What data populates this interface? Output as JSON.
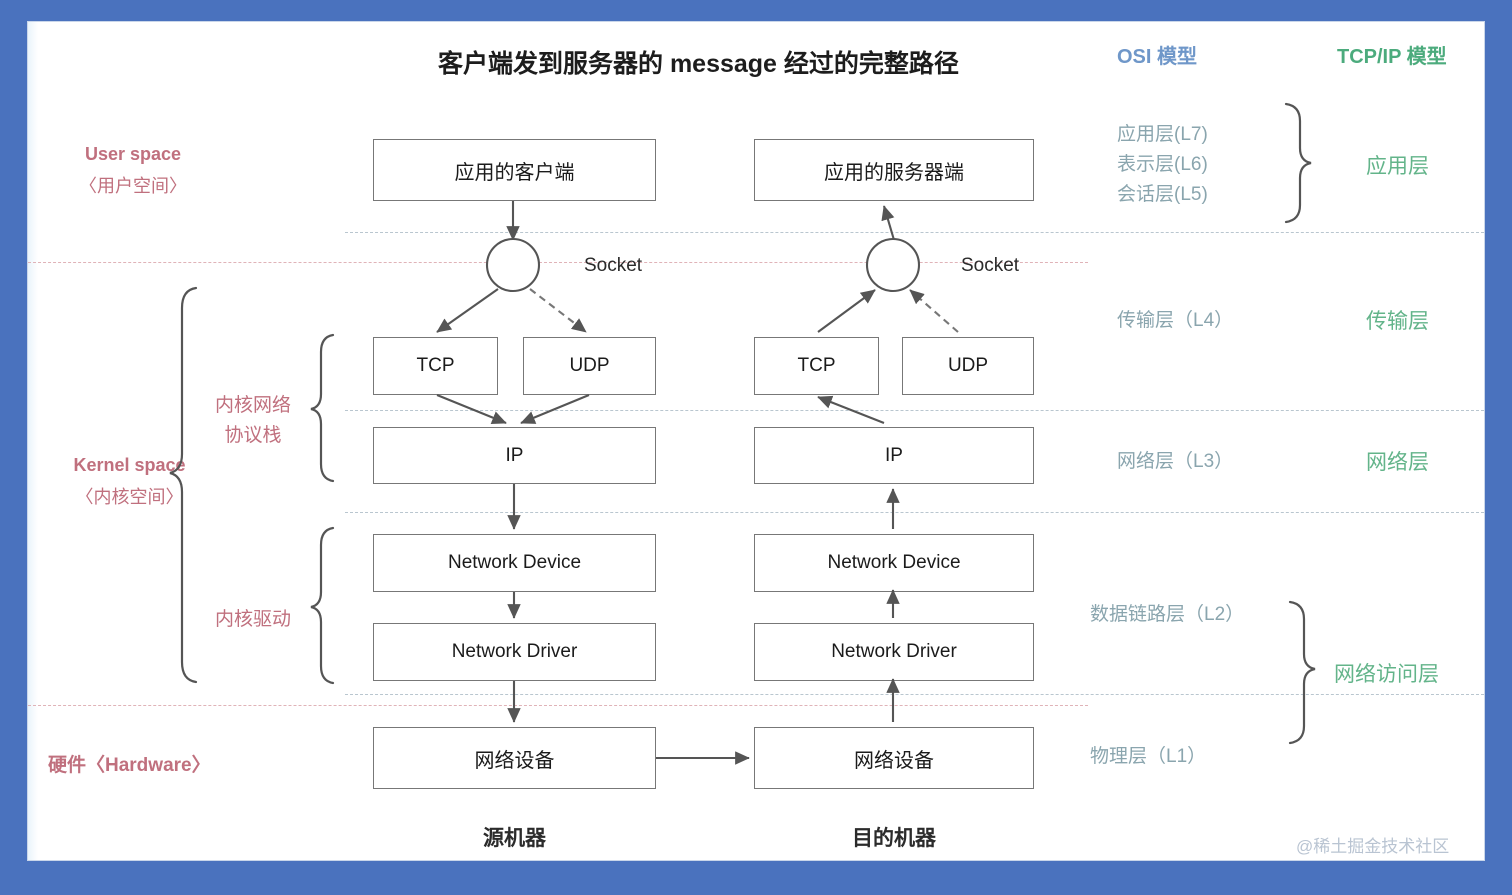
{
  "title": "客户端发到服务器的 message 经过的完整路径",
  "headers": {
    "osi": "OSI 模型",
    "tcpip": "TCP/IP 模型"
  },
  "left_labels": {
    "user_space_en": "User space",
    "user_space_cn": "〈用户空间〉",
    "kernel_space_en": "Kernel space",
    "kernel_space_cn": "〈内核空间〉",
    "kernel_net_stack": "内核网络",
    "kernel_net_stack2": "协议栈",
    "kernel_driver": "内核驱动",
    "hardware": "硬件〈Hardware〉"
  },
  "client": {
    "app": "应用的客户端",
    "socket": "Socket",
    "tcp": "TCP",
    "udp": "UDP",
    "ip": "IP",
    "netdev_en": "Network Device",
    "netdrv_en": "Network Driver",
    "netdev_cn": "网络设备",
    "caption": "源机器"
  },
  "server": {
    "app": "应用的服务器端",
    "socket": "Socket",
    "tcp": "TCP",
    "udp": "UDP",
    "ip": "IP",
    "netdev_en": "Network Device",
    "netdrv_en": "Network Driver",
    "netdev_cn": "网络设备",
    "caption": "目的机器"
  },
  "osi_layers": {
    "l7": "应用层(L7)",
    "l6": "表示层(L6)",
    "l5": "会话层(L5)",
    "l4": "传输层（L4）",
    "l3": "网络层（L3）",
    "l2": "数据链路层（L2）",
    "l1": "物理层（L1）"
  },
  "tcpip_layers": {
    "application": "应用层",
    "transport": "传输层",
    "internet": "网络层",
    "link": "网络访问层"
  },
  "watermark": "@稀土掘金技术社区",
  "colors": {
    "frame": "#4a72be",
    "red_label": "#c0707e",
    "osi_label": "#8aa5ae",
    "tcpip_label": "#63b48a",
    "osi_header": "#6f97c9",
    "tcpip_header": "#4cab7d",
    "box_border": "#777777",
    "sep_gray": "#b9c6cf",
    "sep_red": "#e0b3b8"
  }
}
